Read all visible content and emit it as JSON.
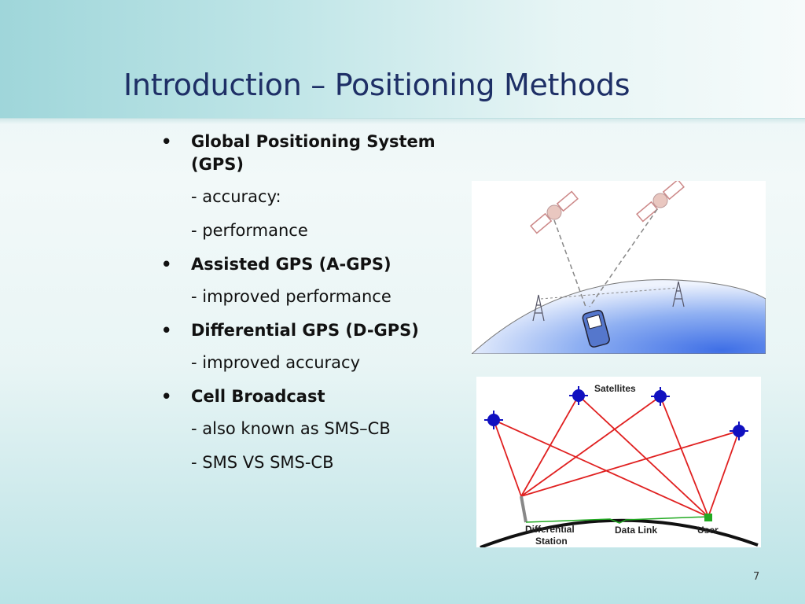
{
  "slide": {
    "title": "Introduction – Positioning Methods",
    "page_number": "7"
  },
  "bullets": [
    {
      "heading": "Global Positioning System (GPS)",
      "subs": [
        "- accuracy:",
        "- performance"
      ]
    },
    {
      "heading": "Assisted GPS (A-GPS)",
      "subs": [
        "- improved performance"
      ]
    },
    {
      "heading": "Differential GPS (D-GPS)",
      "subs": [
        "- improved accuracy"
      ]
    },
    {
      "heading": "Cell Broadcast",
      "subs": [
        "- also known as SMS–CB",
        "- SMS VS SMS-CB"
      ]
    }
  ],
  "dgps_figure": {
    "satellites_label": "Satellites",
    "station_label_line1": "Differential",
    "station_label_line2": "Station",
    "data_link_label": "Data Link",
    "user_label": "User"
  },
  "colors": {
    "title": "#1e2f66",
    "signal_line": "#e02020",
    "satellite": "#1010c0",
    "user_marker": "#22aa22",
    "earth": "#4f7fe8"
  }
}
